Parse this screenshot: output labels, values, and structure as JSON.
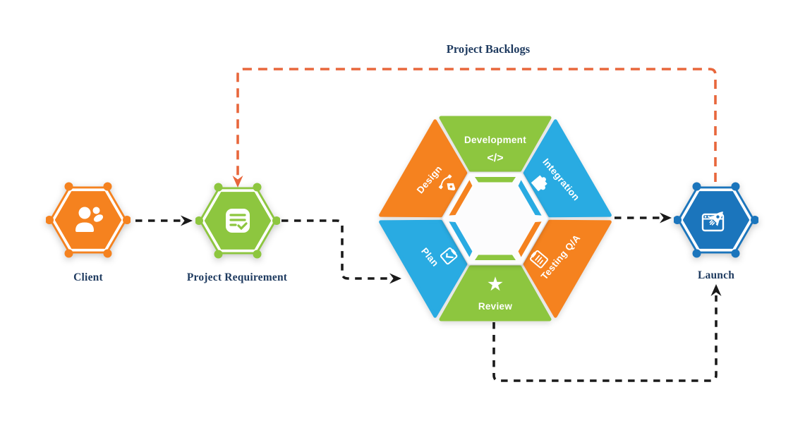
{
  "colors": {
    "orange": "#F5821F",
    "green": "#8DC63F",
    "blue": "#29ABE2",
    "launch_blue": "#1B75BC",
    "backlink": "#E8673C",
    "connector": "#1A1A1A",
    "label_navy": "#1E3A5F",
    "icon_white": "#FFFFFF",
    "wheel_center_fill": "#FCFCFD",
    "wheel_center_stroke": "#EBEBEE"
  },
  "backlink": {
    "label": "Project Backlogs"
  },
  "nodes": {
    "client": {
      "label": "Client",
      "color": "#F5821F",
      "icon": "users-icon"
    },
    "project_requirement": {
      "label": "Project Requirement",
      "color": "#8DC63F",
      "icon": "task-list-icon"
    },
    "launch": {
      "label": "Launch",
      "color": "#1B75BC",
      "icon": "rocket-launch-icon"
    }
  },
  "wheel": {
    "segments": [
      {
        "label": "Development",
        "color": "#8DC63F",
        "icon": "code-icon",
        "glyph": "</>"
      },
      {
        "label": "Integration",
        "color": "#29ABE2",
        "icon": "puzzle-icon"
      },
      {
        "label": "Testing Q/A",
        "color": "#F5821F",
        "icon": "test-checklist-icon"
      },
      {
        "label": "Review",
        "color": "#8DC63F",
        "icon": "star-icon",
        "glyph": "★"
      },
      {
        "label": "Plan",
        "color": "#29ABE2",
        "icon": "clipboard-check-icon"
      },
      {
        "label": "Design",
        "color": "#F5821F",
        "icon": "pen-tool-icon"
      }
    ]
  }
}
